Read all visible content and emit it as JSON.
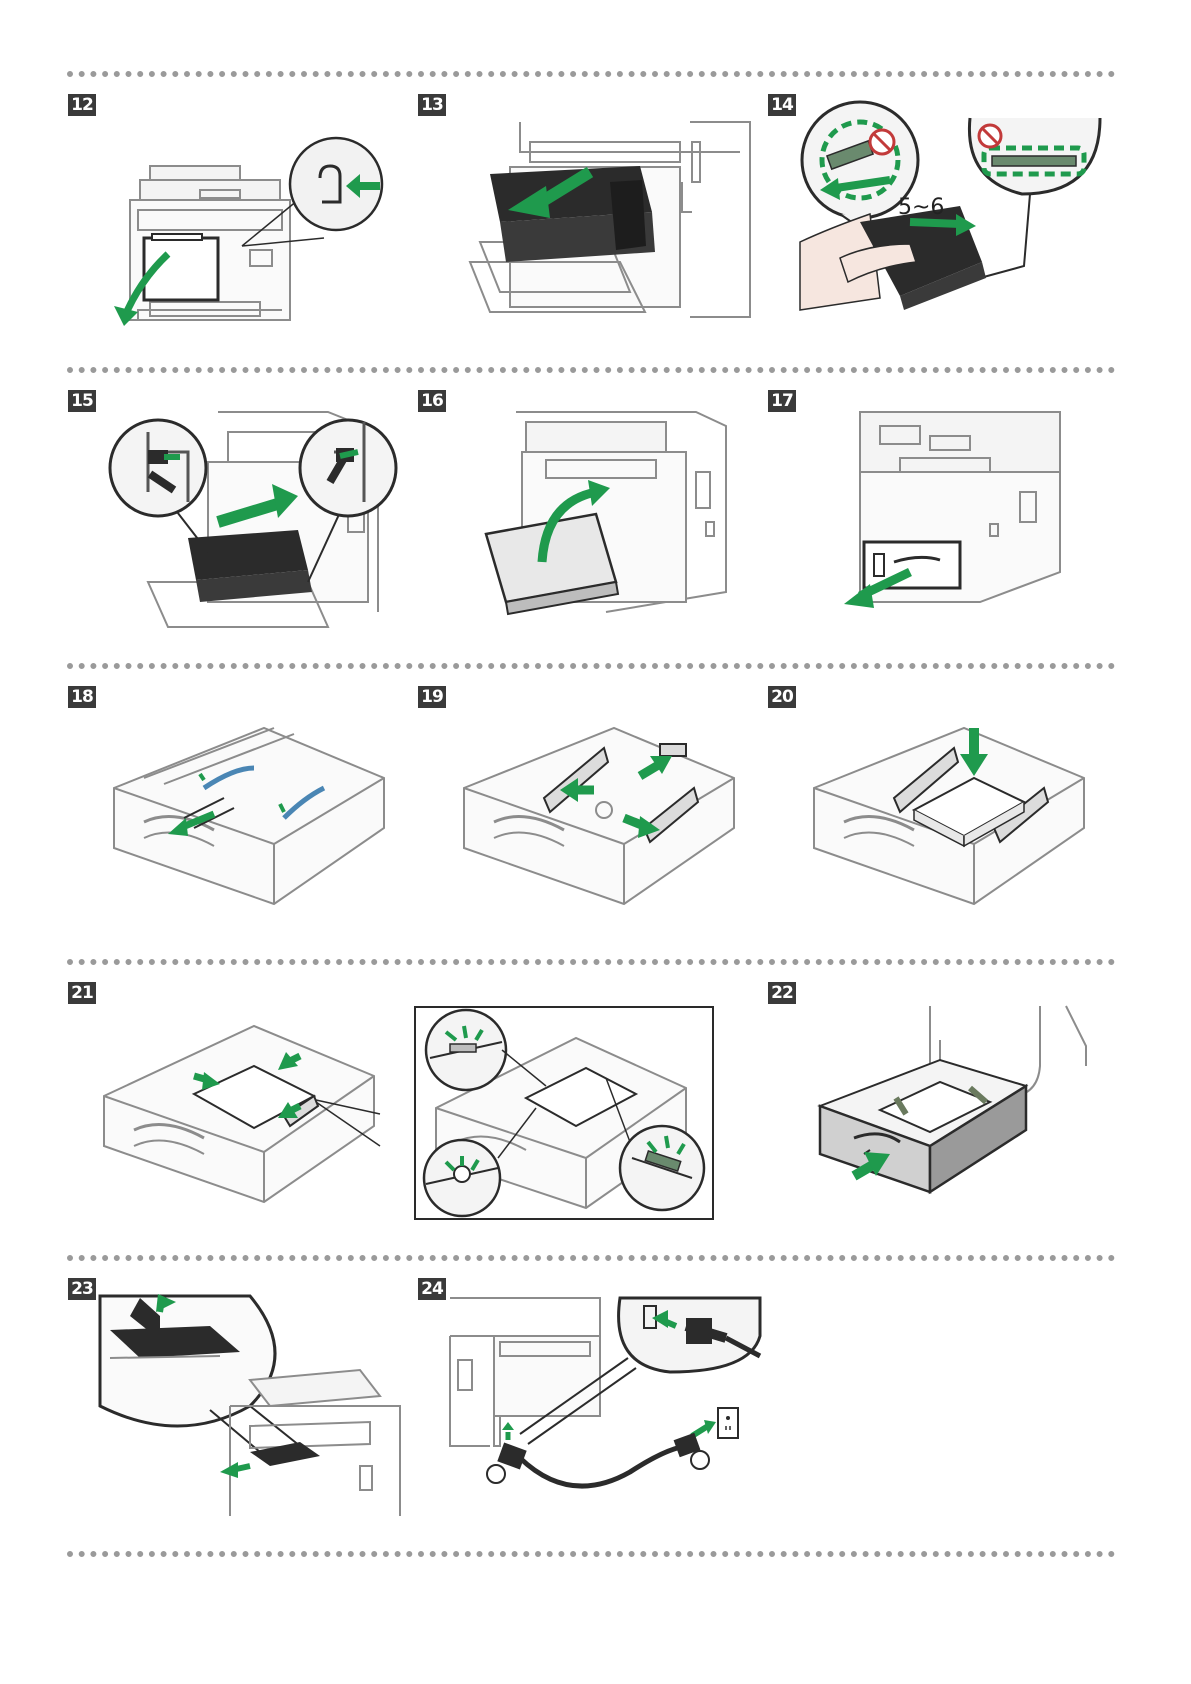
{
  "steps": [
    {
      "number": "12",
      "subject": "open-front-cover"
    },
    {
      "number": "13",
      "subject": "remove-toner-cartridge"
    },
    {
      "number": "14",
      "subject": "shake-toner-cartridge"
    },
    {
      "number": "15",
      "subject": "insert-toner-cartridge"
    },
    {
      "number": "16",
      "subject": "close-front-cover"
    },
    {
      "number": "17",
      "subject": "pull-out-paper-tray"
    },
    {
      "number": "18",
      "subject": "remove-tray-tape"
    },
    {
      "number": "19",
      "subject": "slide-paper-guides"
    },
    {
      "number": "20",
      "subject": "load-paper"
    },
    {
      "number": "21",
      "subject": "adjust-guides-to-paper"
    },
    {
      "number": "22",
      "subject": "push-tray-in"
    },
    {
      "number": "23",
      "subject": "open-output-stopper"
    },
    {
      "number": "24",
      "subject": "connect-power-cord"
    }
  ],
  "shake_label": "5~6",
  "colors": {
    "accent_green": "#1f9a4d",
    "badge": "#3a3a3a",
    "line": "#8c8c8c",
    "toner": "#2b2b2b",
    "dots": "#9a9a9a"
  },
  "icons": [
    "arrow-icon",
    "no-touch-icon",
    "power-plug-icon",
    "wall-outlet-icon"
  ]
}
